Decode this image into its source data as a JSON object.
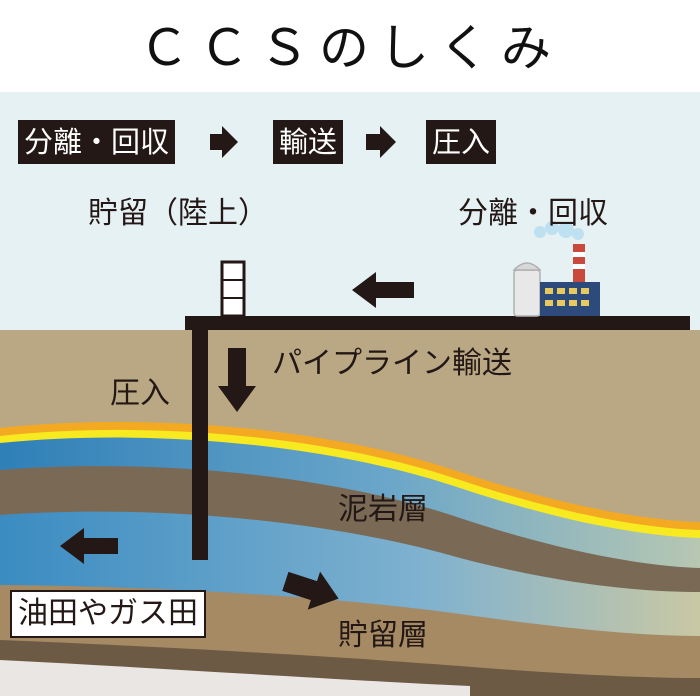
{
  "title": "ＣＣＳのしくみ",
  "steps": [
    "分離・回収",
    "輸送",
    "圧入"
  ],
  "labels": {
    "storage_onshore": "貯留（陸上）",
    "capture_plant": "分離・回収",
    "pipeline": "パイプライン輸送",
    "injection": "圧入",
    "mudstone": "泥岩層",
    "reservoir": "貯留層",
    "field": "油田やガス田"
  },
  "colors": {
    "sky": "#e6f1f4",
    "ground": "#b9a883",
    "dark": "#231815",
    "yellow": "#f7ea21",
    "orange": "#f4a922",
    "blue_layer": "#3b87b9",
    "mudstone": "#7a6a55",
    "reservoir": "#a58a63"
  },
  "icons": [
    "arrow-right-icon",
    "arrow-left-icon",
    "arrow-down-icon",
    "factory-icon"
  ]
}
